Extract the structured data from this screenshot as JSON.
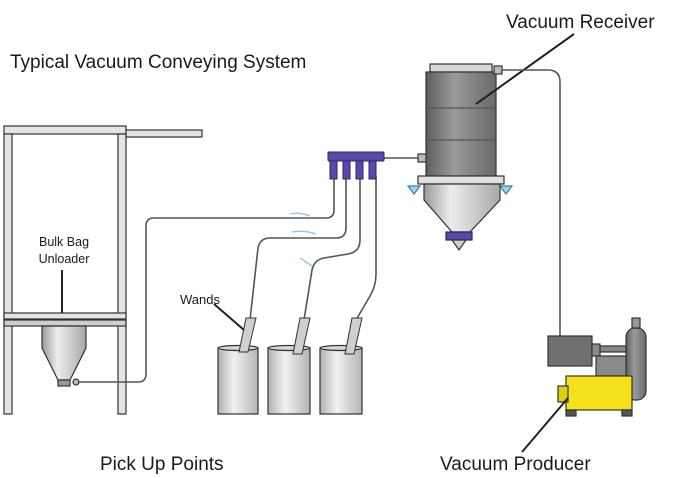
{
  "diagram": {
    "title": "Typical Vacuum Conveying System",
    "labels": {
      "vacuum_receiver": "Vacuum Receiver",
      "bulk_bag_line1": "Bulk Bag",
      "bulk_bag_line2": "Unloader",
      "wands": "Wands",
      "pick_up_points": "Pick Up Points",
      "vacuum_producer": "Vacuum Producer"
    },
    "colors": {
      "metal_light": "#e6e6e6",
      "metal_mid": "#b9b9b9",
      "metal_dark": "#8c8c8c",
      "outline": "#333333",
      "manifold": "#5b47a8",
      "producer_yellow": "#f3e21c",
      "motor_gray": "#7a7a7a",
      "bracket_blue": "#9fd4f2"
    }
  }
}
